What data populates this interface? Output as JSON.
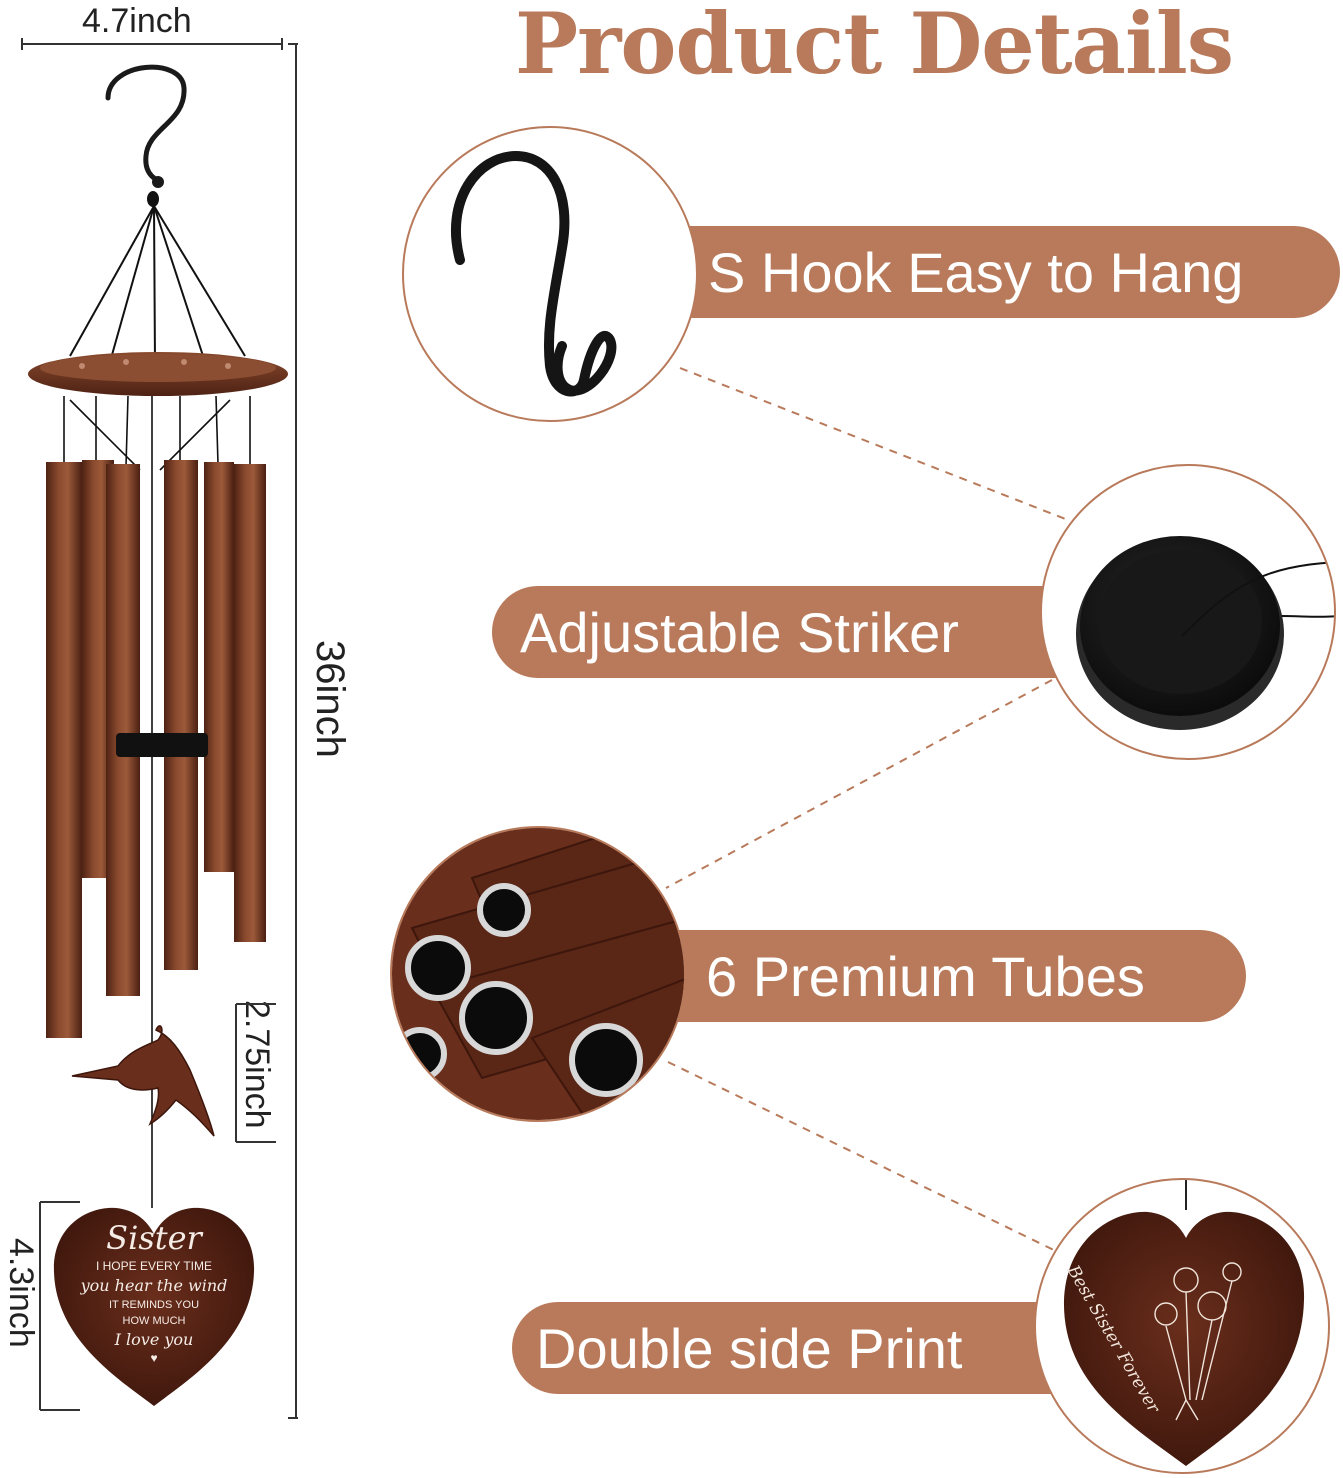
{
  "title": "Product Details",
  "dimensions": {
    "width": "4.7inch",
    "height": "36inch",
    "hummingbird": "2.75inch",
    "heart": "4.3inch"
  },
  "features": [
    {
      "label": "S Hook Easy to Hang"
    },
    {
      "label": "Adjustable Striker"
    },
    {
      "label": "6 Premium Tubes"
    },
    {
      "label": "Double side Print"
    }
  ],
  "heart_front": {
    "name": "Sister",
    "line1": "I HOPE EVERY TIME",
    "line2": "you hear the wind",
    "line3": "IT REMINDS YOU",
    "line4": "HOW MUCH",
    "line5": "I love you"
  },
  "heart_back": {
    "text": "Best Sister Forever"
  },
  "colors": {
    "accent": "#b87a5a",
    "copper": "#7a3a22",
    "dark_copper": "#4e2214",
    "hook": "#1a1a1a"
  }
}
